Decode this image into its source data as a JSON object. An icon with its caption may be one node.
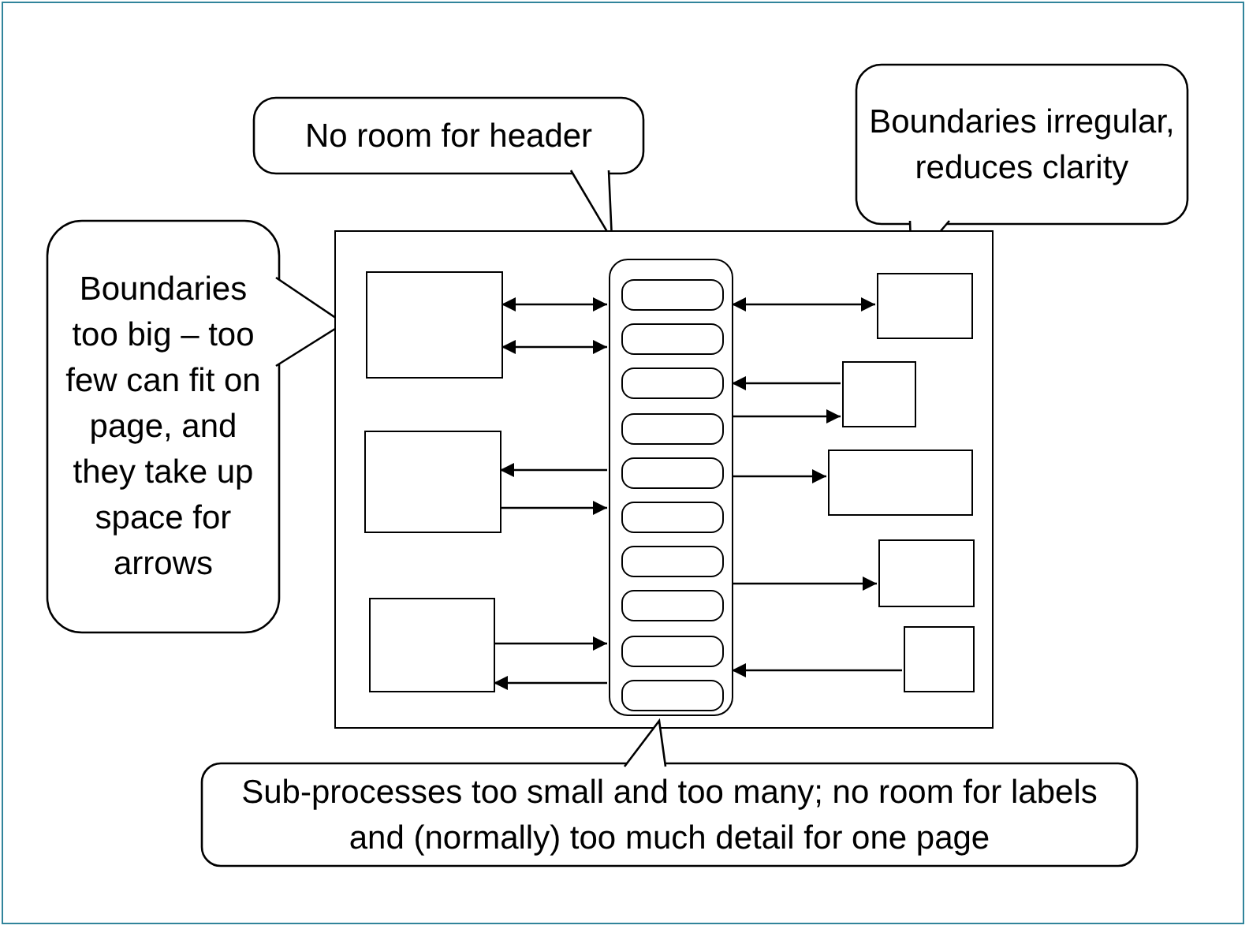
{
  "diagram": {
    "nodes": [
      {
        "text": [
          "No room for header"
        ]
      },
      {
        "text": [
          "Boundaries irregular, reduces clarity"
        ]
      },
      {
        "text": [
          "Boundaries too big – too few can fit on page, and they take up space for arrows"
        ]
      },
      {
        "text": [],
        "shape": "box"
      },
      {
        "text": [],
        "shape": "box",
        "in": 3
      },
      {
        "text": [],
        "shape": "box",
        "in": 3
      },
      {
        "text": [],
        "shape": "box",
        "in": 3
      },
      {
        "text": [],
        "shape": "box",
        "in": 3
      },
      {
        "text": [],
        "shape": "box",
        "in": 7
      },
      {
        "text": [],
        "shape": "box",
        "in": 7
      },
      {
        "text": [],
        "shape": "box",
        "in": 7
      },
      {
        "text": [],
        "shape": "box",
        "in": 7
      },
      {
        "text": [],
        "shape": "box",
        "in": 7
      },
      {
        "text": [],
        "shape": "box",
        "in": 7
      },
      {
        "text": [],
        "shape": "box",
        "in": 7
      },
      {
        "text": [],
        "shape": "box",
        "in": 7
      },
      {
        "text": [],
        "shape": "box",
        "in": 7
      },
      {
        "text": [],
        "shape": "box",
        "in": 7
      },
      {
        "text": [],
        "shape": "box",
        "in": 3
      },
      {
        "text": [],
        "shape": "box",
        "in": 3
      },
      {
        "text": [],
        "shape": "box",
        "in": 3
      },
      {
        "text": [],
        "shape": "box",
        "in": 3
      },
      {
        "text": [],
        "shape": "box",
        "in": 3
      },
      {
        "text": [
          "Sub-processes too small and too many; no room for labels and (normally) too much detail for one page"
        ]
      }
    ],
    "edges": [
      {
        "from": 4,
        "to": 7,
        "arrow": "both"
      },
      {
        "from": 4,
        "to": 7,
        "arrow": "both"
      },
      {
        "from": 7,
        "to": 5,
        "arrow": "to"
      },
      {
        "from": 5,
        "to": 7,
        "arrow": "to"
      },
      {
        "from": 6,
        "to": 7,
        "arrow": "to"
      },
      {
        "from": 7,
        "to": 6,
        "arrow": "to"
      },
      {
        "from": 7,
        "to": 18,
        "arrow": "both"
      },
      {
        "from": 19,
        "to": 7,
        "arrow": "to"
      },
      {
        "from": 7,
        "to": 19,
        "arrow": "to"
      },
      {
        "from": 7,
        "to": 20,
        "arrow": "to"
      },
      {
        "from": 7,
        "to": 21,
        "arrow": "to"
      },
      {
        "from": 22,
        "to": 7,
        "arrow": "to"
      }
    ]
  }
}
